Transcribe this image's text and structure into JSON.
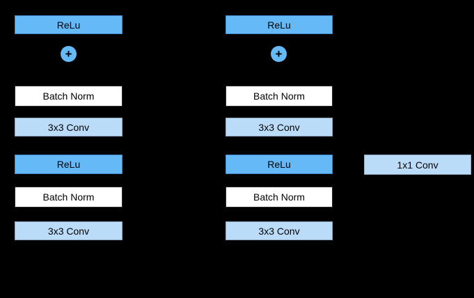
{
  "canvas": {
    "background": "#000000"
  },
  "colors": {
    "relu_fill": "#64B9F6",
    "relu_border": "#3E87C9",
    "conv_fill": "#BBDCF8",
    "conv_border": "#8FA8C0",
    "batch_norm_fill": "#FFFFFF",
    "text": "#000000"
  },
  "columns": [
    {
      "name": "residual-block-left",
      "nodes": [
        {
          "label": "ReLu",
          "type": "relu"
        },
        {
          "label": "+",
          "type": "add"
        },
        {
          "label": "Batch Norm",
          "type": "batch-norm"
        },
        {
          "label": "3x3 Conv",
          "type": "conv"
        },
        {
          "label": "ReLu",
          "type": "relu"
        },
        {
          "label": "Batch Norm",
          "type": "batch-norm"
        },
        {
          "label": "3x3 Conv",
          "type": "conv"
        }
      ]
    },
    {
      "name": "residual-block-right",
      "nodes": [
        {
          "label": "ReLu",
          "type": "relu"
        },
        {
          "label": "+",
          "type": "add"
        },
        {
          "label": "Batch Norm",
          "type": "batch-norm"
        },
        {
          "label": "3x3 Conv",
          "type": "conv"
        },
        {
          "label": "ReLu",
          "type": "relu"
        },
        {
          "label": "Batch Norm",
          "type": "batch-norm"
        },
        {
          "label": "3x3 Conv",
          "type": "conv"
        }
      ]
    }
  ],
  "side_node": {
    "label": "1x1 Conv",
    "type": "conv"
  }
}
